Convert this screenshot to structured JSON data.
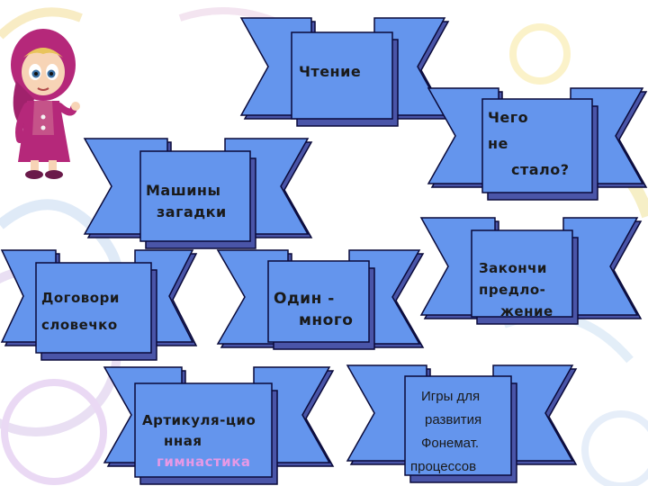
{
  "slide": {
    "banners": [
      {
        "id": "chtenie",
        "lines": [
          "Чтение"
        ]
      },
      {
        "id": "chego-ne-stalo",
        "lines": [
          "Чего",
          "не",
          "стало?"
        ]
      },
      {
        "id": "mashiny-zagadki",
        "lines": [
          "Машины",
          "загадки"
        ]
      },
      {
        "id": "dogovori-slovechko",
        "lines": [
          "Договори",
          "словечко"
        ]
      },
      {
        "id": "odin-mnogo",
        "lines": [
          "Один -",
          "много"
        ]
      },
      {
        "id": "zakonchi-predlozhenie",
        "lines": [
          "Закончи",
          "предло-",
          "жение"
        ]
      },
      {
        "id": "artikulyatsionnaya",
        "lines": [
          "Артикуля-цио",
          "нная",
          "гимнастика"
        ]
      },
      {
        "id": "igry-fonemat",
        "lines": [
          "Игры для",
          "развития",
          "Фонемат.",
          "процессов"
        ]
      }
    ],
    "colors": {
      "banner_fill": "#6495ed",
      "banner_shadow": "#4a55a8",
      "banner_stroke": "#0a0a3a",
      "text": "#1a1a1a",
      "accent_text": "#e699e6"
    }
  }
}
